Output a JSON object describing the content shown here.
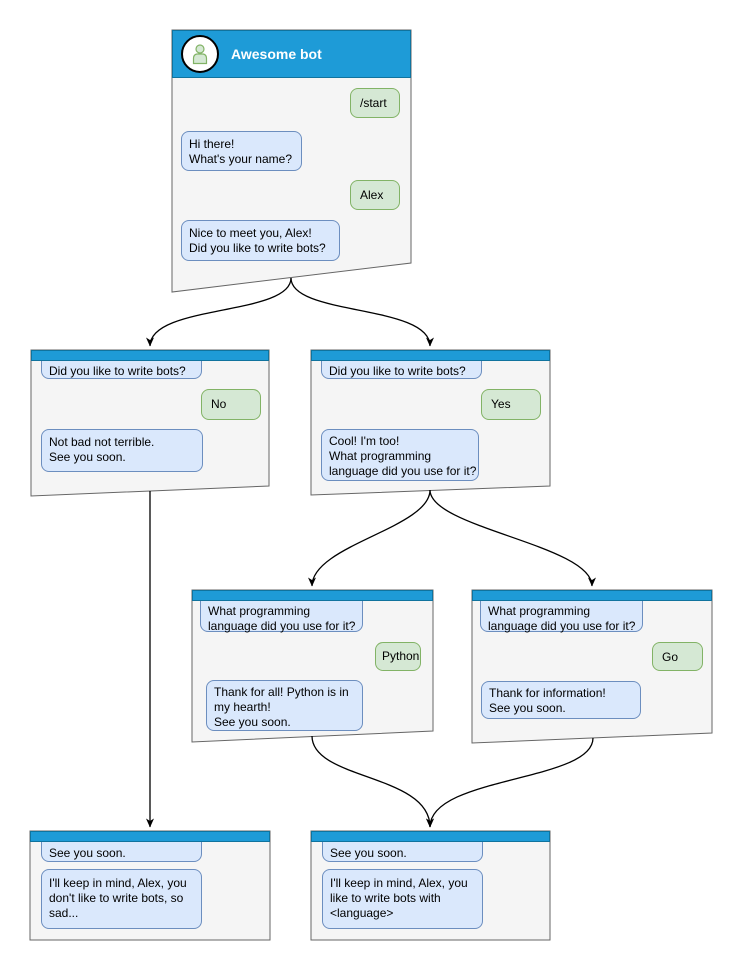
{
  "colors": {
    "header-blue": "#1e9bd7",
    "header-border": "#10739e",
    "window-bg": "#f5f5f5",
    "window-border": "#666666",
    "incoming-bg": "#dae8fc",
    "incoming-border": "#6c8ebf",
    "outgoing-bg": "#d5e8d4",
    "outgoing-border": "#82b366",
    "connector": "#000000"
  },
  "main_window": {
    "title": "Awesome bot",
    "avatar_icon": "person-icon",
    "messages": [
      {
        "from": "user",
        "text": "/start"
      },
      {
        "from": "bot",
        "text": "Hi there!\nWhat's your name?"
      },
      {
        "from": "user",
        "text": "Alex"
      },
      {
        "from": "bot",
        "text": "Nice to meet you, Alex!\nDid you like to write bots?"
      }
    ]
  },
  "branch_no": {
    "messages": [
      {
        "from": "bot",
        "text": "Did you like to write bots?"
      },
      {
        "from": "user",
        "text": "No"
      },
      {
        "from": "bot",
        "text": "Not bad not terrible.\nSee you soon."
      }
    ]
  },
  "branch_yes": {
    "messages": [
      {
        "from": "bot",
        "text": "Did you like to write bots?"
      },
      {
        "from": "user",
        "text": "Yes"
      },
      {
        "from": "bot",
        "text": "Cool! I'm too!\nWhat programming\nlanguage did you use for it?"
      }
    ]
  },
  "branch_python": {
    "messages": [
      {
        "from": "bot",
        "text": "What programming\nlanguage did you use for it?"
      },
      {
        "from": "user",
        "text": "Python"
      },
      {
        "from": "bot",
        "text": "Thank for all! Python is in\nmy hearth!\nSee you soon."
      }
    ]
  },
  "branch_go": {
    "messages": [
      {
        "from": "bot",
        "text": "What programming\nlanguage did you use for it?"
      },
      {
        "from": "user",
        "text": "Go"
      },
      {
        "from": "bot",
        "text": "Thank for information!\nSee you soon."
      }
    ]
  },
  "final_no": {
    "messages": [
      {
        "from": "bot",
        "text": "See you soon."
      },
      {
        "from": "bot",
        "text": "I'll keep in mind, Alex, you\ndon't like to write bots, so\nsad..."
      }
    ]
  },
  "final_language": {
    "messages": [
      {
        "from": "bot",
        "text": "See you soon."
      },
      {
        "from": "bot",
        "text": "I'll keep in mind, Alex, you\nlike to write bots with\n<language>"
      }
    ]
  }
}
